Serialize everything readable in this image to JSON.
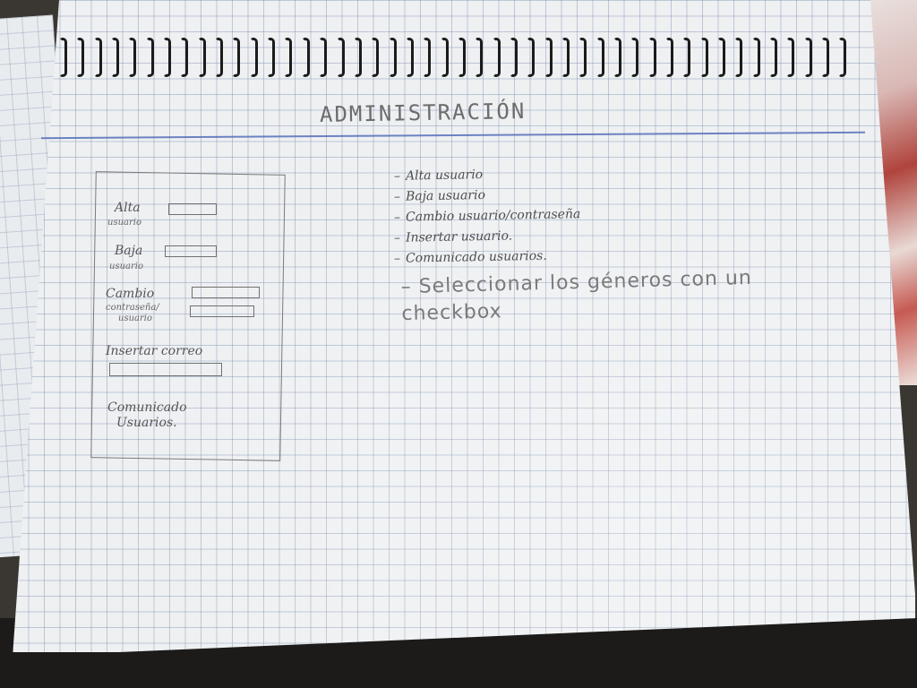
{
  "title": "ADMINISTRACIÓN",
  "notes": [
    "Alta usuario",
    "Baja usuario",
    "Cambio usuario/contraseña",
    "Insertar usuario.",
    "Comunicado usuarios."
  ],
  "note_big": "Seleccionar los géneros con un checkbox",
  "sketch": {
    "alta": "Alta",
    "alta_sub": "usuario",
    "baja": "Baja",
    "baja_sub": "usuario",
    "cambio": "Cambio",
    "cambio_sub": "contraseña/",
    "cambio_sub2": "usuario",
    "insertar": "Insertar correo",
    "comunicado": "Comunicado",
    "comunicado_sub": "Usuarios."
  }
}
